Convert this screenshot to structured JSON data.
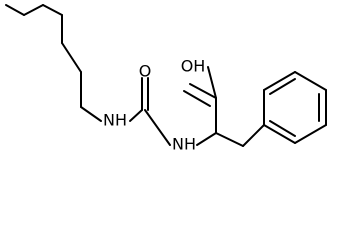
{
  "atoms": {
    "oh_label": "OH",
    "carbonyl_o_label": "O",
    "nh_left_label": "NH",
    "nh_right_label": "NH"
  }
}
